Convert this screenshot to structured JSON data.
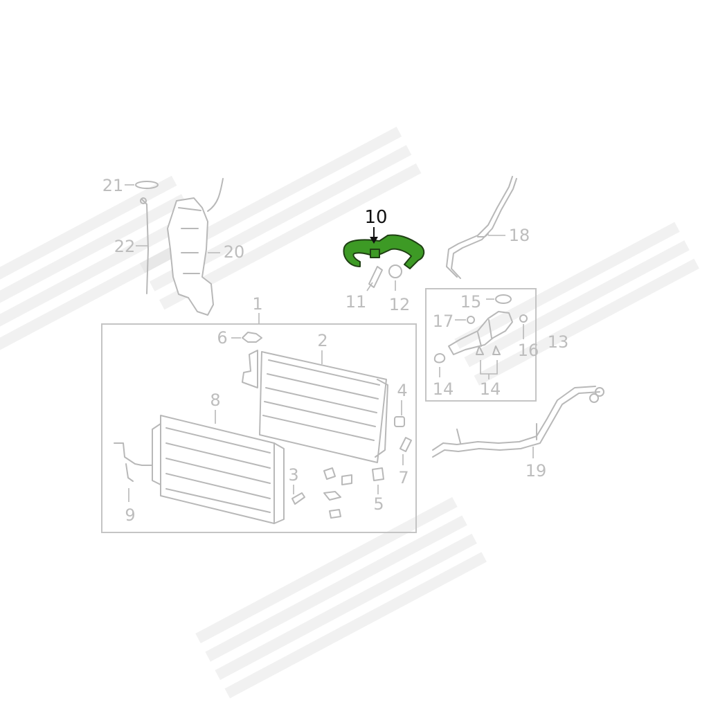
{
  "diagram": {
    "highlight_color": "#3d9a25",
    "callouts": [
      {
        "id": "1",
        "label": "1"
      },
      {
        "id": "2",
        "label": "2"
      },
      {
        "id": "3",
        "label": "3"
      },
      {
        "id": "4",
        "label": "4"
      },
      {
        "id": "5",
        "label": "5"
      },
      {
        "id": "6",
        "label": "6"
      },
      {
        "id": "7",
        "label": "7"
      },
      {
        "id": "8",
        "label": "8"
      },
      {
        "id": "9",
        "label": "9"
      },
      {
        "id": "10",
        "label": "10",
        "highlighted": true
      },
      {
        "id": "11",
        "label": "11"
      },
      {
        "id": "12",
        "label": "12"
      },
      {
        "id": "13",
        "label": "13"
      },
      {
        "id": "14a",
        "label": "14"
      },
      {
        "id": "14b",
        "label": "14"
      },
      {
        "id": "15",
        "label": "15"
      },
      {
        "id": "16",
        "label": "16"
      },
      {
        "id": "17",
        "label": "17"
      },
      {
        "id": "18",
        "label": "18"
      },
      {
        "id": "19",
        "label": "19"
      },
      {
        "id": "20",
        "label": "20"
      },
      {
        "id": "21",
        "label": "21"
      },
      {
        "id": "22",
        "label": "22"
      }
    ]
  }
}
